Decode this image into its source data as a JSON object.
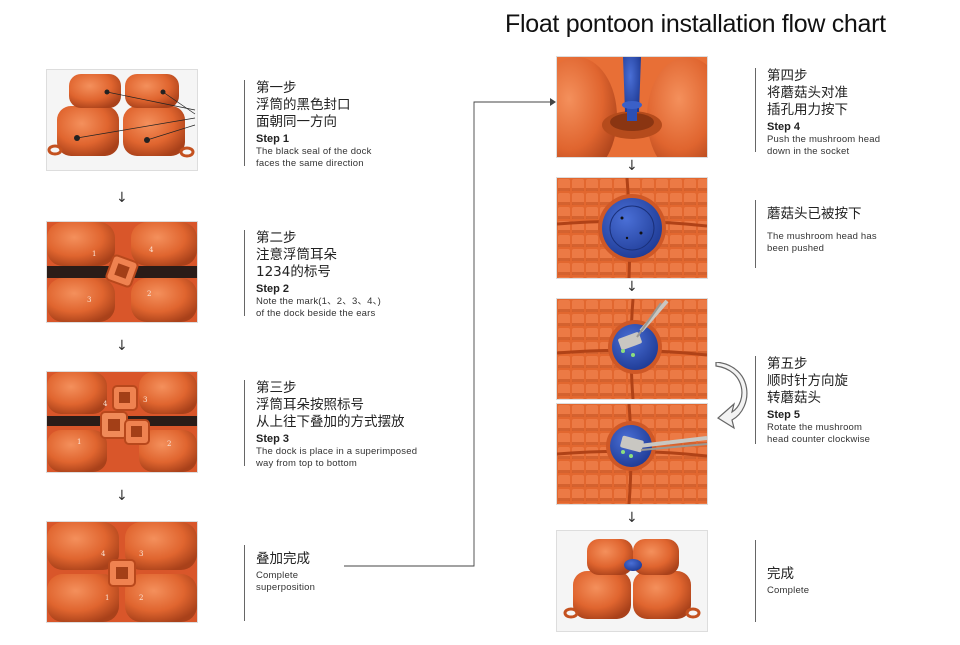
{
  "title": "Float pontoon installation  flow chart",
  "down_arrow": "↓",
  "left_steps": [
    {
      "zh1": "第一步",
      "zh2": "浮筒的黑色封口",
      "zh3": "面朝同一方向",
      "en_title": "Step 1",
      "en1": "The black seal of the dock",
      "en2": "faces the same direction"
    },
    {
      "zh1": "第二步",
      "zh2": "注意浮筒耳朵",
      "zh3": "1234的标号",
      "en_title": "Step 2",
      "en1": "Note the mark(1、2、3、4、)",
      "en2": "of the dock beside the ears"
    },
    {
      "zh1": "第三步",
      "zh2": "浮筒耳朵按照标号",
      "zh3": "从上往下叠加的方式摆放",
      "en_title": "Step 3",
      "en1": "The dock is place in a superimposed",
      "en2": "way from top to bottom"
    },
    {
      "zh1": "叠加完成",
      "en1": "Complete",
      "en2": "superposition"
    }
  ],
  "right_steps": [
    {
      "zh1": "第四步",
      "zh2": "将蘑菇头对准",
      "zh3": "插孔用力按下",
      "en_title": "Step 4",
      "en1": "Push the mushroom head",
      "en2": "down in the socket"
    },
    {
      "zh1": "蘑菇头已被按下",
      "en1": "The mushroom head has",
      "en2": "been pushed"
    },
    {
      "zh1": "第五步",
      "zh2": "顺时针方向旋",
      "zh3": "转蘑菇头",
      "en_title": "Step 5",
      "en1": "Rotate the mushroom",
      "en2": "head counter clockwise"
    },
    {
      "zh1": "完成",
      "en1": "Complete"
    }
  ],
  "photo_marks": {
    "step2": [
      "1",
      "2",
      "3",
      "4"
    ],
    "step3": [
      "1",
      "2",
      "3",
      "4"
    ],
    "superposition": [
      "1",
      "2",
      "3",
      "4"
    ]
  },
  "colors": {
    "pontoon": "#e0652f",
    "pontoon_dark": "#b8481c",
    "mushroom": "#2c4fb5",
    "text": "#222222"
  }
}
